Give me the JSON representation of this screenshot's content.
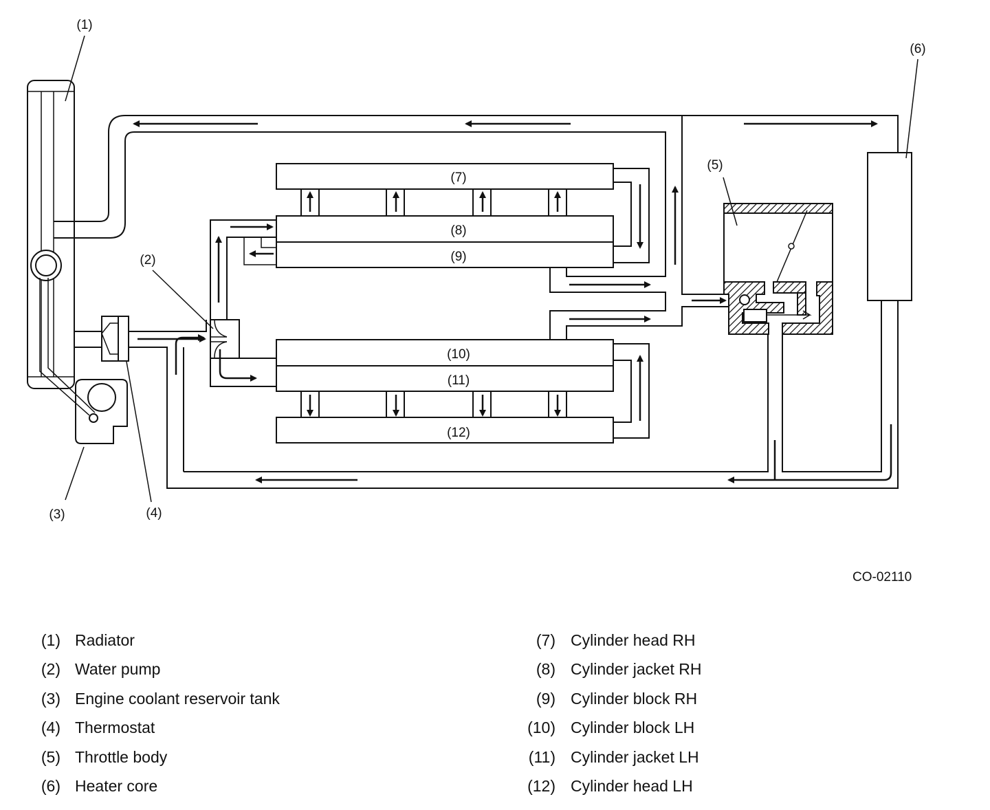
{
  "diagram": {
    "code": "CO-02110",
    "callouts": {
      "c1": "(1)",
      "c2": "(2)",
      "c3": "(3)",
      "c4": "(4)",
      "c5": "(5)",
      "c6": "(6)",
      "c7": "(7)",
      "c8": "(8)",
      "c9": "(9)",
      "c10": "(10)",
      "c11": "(11)",
      "c12": "(12)"
    }
  },
  "legend": {
    "left": [
      {
        "num": "(1)",
        "text": "Radiator"
      },
      {
        "num": "(2)",
        "text": "Water pump"
      },
      {
        "num": "(3)",
        "text": "Engine coolant reservoir tank"
      },
      {
        "num": "(4)",
        "text": "Thermostat"
      },
      {
        "num": "(5)",
        "text": "Throttle body"
      },
      {
        "num": "(6)",
        "text": "Heater core"
      }
    ],
    "right": [
      {
        "num": "(7)",
        "text": "Cylinder head RH"
      },
      {
        "num": "(8)",
        "text": "Cylinder jacket RH"
      },
      {
        "num": "(9)",
        "text": "Cylinder block RH"
      },
      {
        "num": "(10)",
        "text": "Cylinder block LH"
      },
      {
        "num": "(11)",
        "text": "Cylinder jacket LH"
      },
      {
        "num": "(12)",
        "text": "Cylinder head LH"
      }
    ]
  }
}
